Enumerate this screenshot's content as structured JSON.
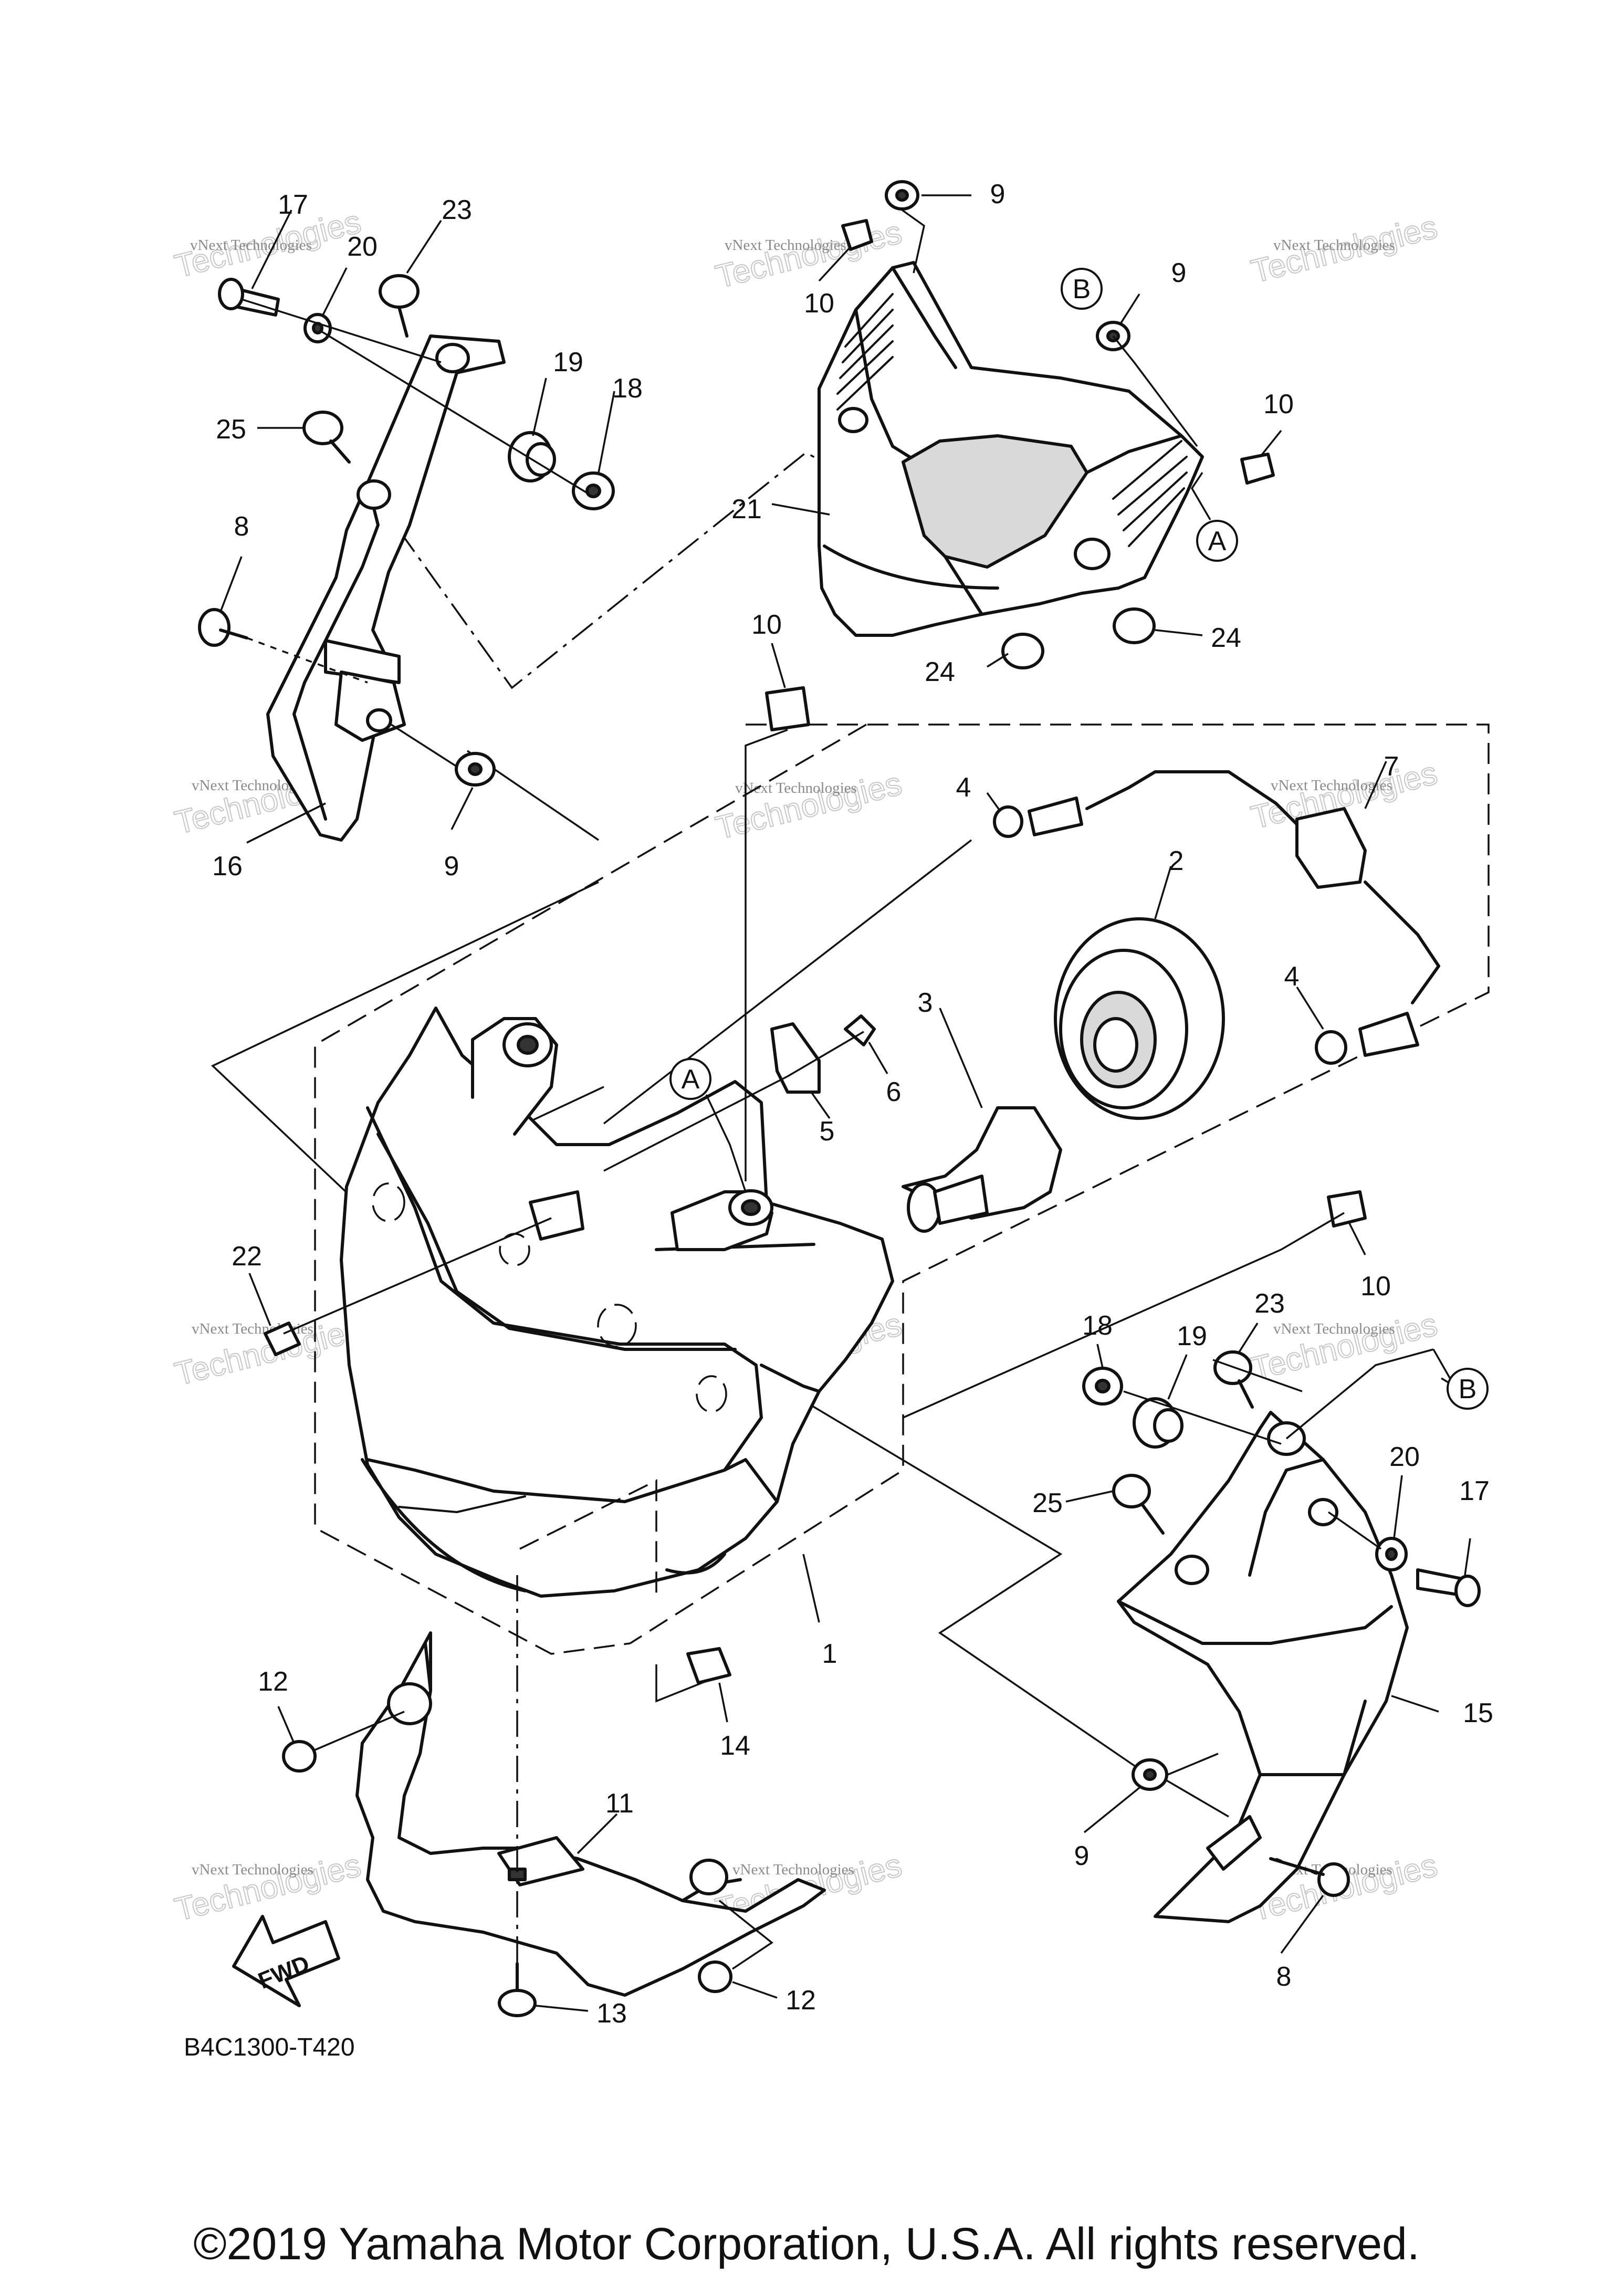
{
  "callouts": {
    "c1": "1",
    "c2": "2",
    "c3": "3",
    "c4a": "4",
    "c4b": "4",
    "c5": "5",
    "c6": "6",
    "c7": "7",
    "c8a": "8",
    "c8b": "8",
    "c9a": "9",
    "c9b": "9",
    "c9c": "9",
    "c9d": "9",
    "c10a": "10",
    "c10b": "10",
    "c10c": "10",
    "c10d": "10",
    "c11": "11",
    "c12a": "12",
    "c12b": "12",
    "c13": "13",
    "c14": "14",
    "c15": "15",
    "c16": "16",
    "c17a": "17",
    "c17b": "17",
    "c18a": "18",
    "c18b": "18",
    "c19a": "19",
    "c19b": "19",
    "c20a": "20",
    "c20b": "20",
    "c21": "21",
    "c22": "22",
    "c23a": "23",
    "c23b": "23",
    "c24a": "24",
    "c24b": "24",
    "c25a": "25",
    "c25b": "25"
  },
  "refs": {
    "a1": "A",
    "a2": "A",
    "b1": "B",
    "b2": "B"
  },
  "fwd_label": "FWD",
  "watermark": {
    "line1": "vNext Technologies",
    "line2": "Technologies"
  },
  "diagram_code": "B4C1300-T420",
  "copyright": "©2019 Yamaha Motor Corporation, U.S.A. All rights reserved."
}
